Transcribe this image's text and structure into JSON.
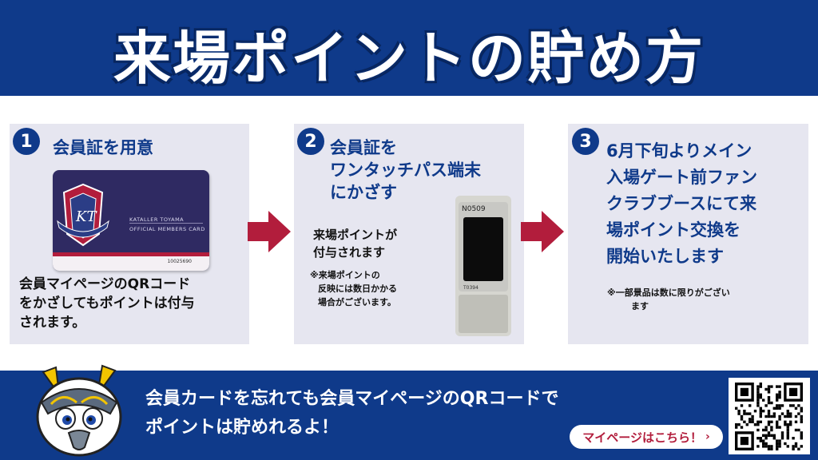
{
  "header": {
    "title": "来場ポイントの貯め方"
  },
  "steps": [
    {
      "number": "1",
      "title": "会員証を用意",
      "body": [
        "会員マイページのQRコード",
        "をかざしてもポイントは付与",
        "されます。"
      ]
    },
    {
      "number": "2",
      "title": [
        "会員証を",
        "ワンタッチパス端末",
        "にかざす"
      ],
      "body": [
        "来場ポイントが",
        "付与されます"
      ],
      "note": [
        "※来場ポイントの",
        "反映には数日かかる",
        "場合がございます。"
      ]
    },
    {
      "number": "3",
      "title": [
        "6月下旬よりメイン",
        "入場ゲート前ファン",
        "クラブブースにて来",
        "場ポイント交換を",
        "開始いたします"
      ],
      "note": [
        "※一部景品は数に限りがござい",
        "ます"
      ]
    }
  ],
  "card": {
    "line1": "KATALLER TOYAMA",
    "line2": "OFFICIAL MEMBERS CARD",
    "number": "10025690"
  },
  "device": {
    "label": "N0509",
    "sublabel": "T0394"
  },
  "footer": {
    "message": [
      "会員カードを忘れても会員マイページのQRコードで",
      "ポイントは貯めれるよ！"
    ],
    "mypage_button": "マイページはこちら！"
  },
  "colors": {
    "brand_blue": "#0f3a8a",
    "accent_red": "#b21d3c",
    "panel_bg": "#e6e6f0"
  }
}
